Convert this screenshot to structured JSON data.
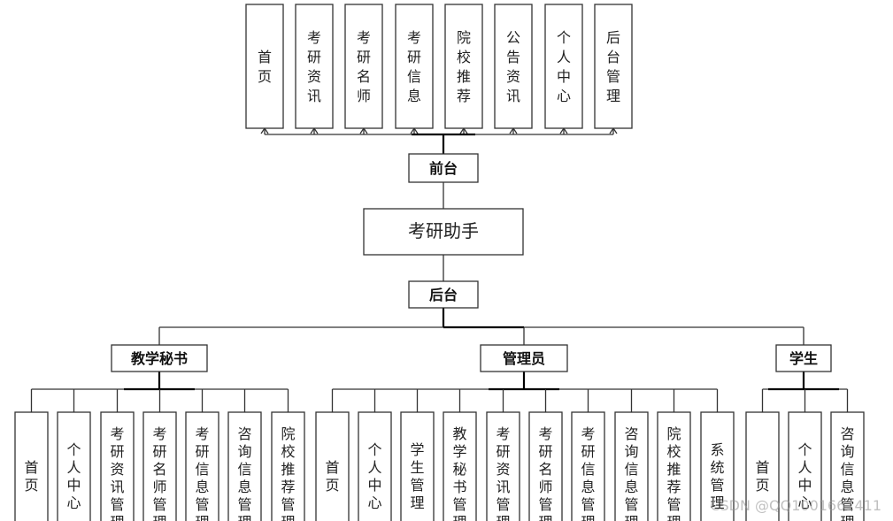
{
  "root": "考研助手",
  "front": {
    "label": "前台",
    "modules": [
      "首页",
      "考研资讯",
      "考研名师",
      "考研信息",
      "院校推荐",
      "公告资讯",
      "个人中心",
      "后台管理"
    ]
  },
  "back": {
    "label": "后台",
    "roles": [
      {
        "label": "教学秘书",
        "modules": [
          "首页",
          "个人中心",
          "考研资讯管理",
          "考研名师管理",
          "考研信息管理",
          "咨询信息管理",
          "院校推荐管理"
        ]
      },
      {
        "label": "管理员",
        "modules": [
          "首页",
          "个人中心",
          "学生管理",
          "教学秘书管理",
          "考研资讯管理",
          "考研名师管理",
          "考研信息管理",
          "咨询信息管理",
          "院校推荐管理",
          "系统管理"
        ]
      },
      {
        "label": "学生",
        "modules": [
          "首页",
          "个人中心",
          "咨询信息管理"
        ]
      }
    ]
  },
  "watermark": "CSDN @QQ1001661411"
}
